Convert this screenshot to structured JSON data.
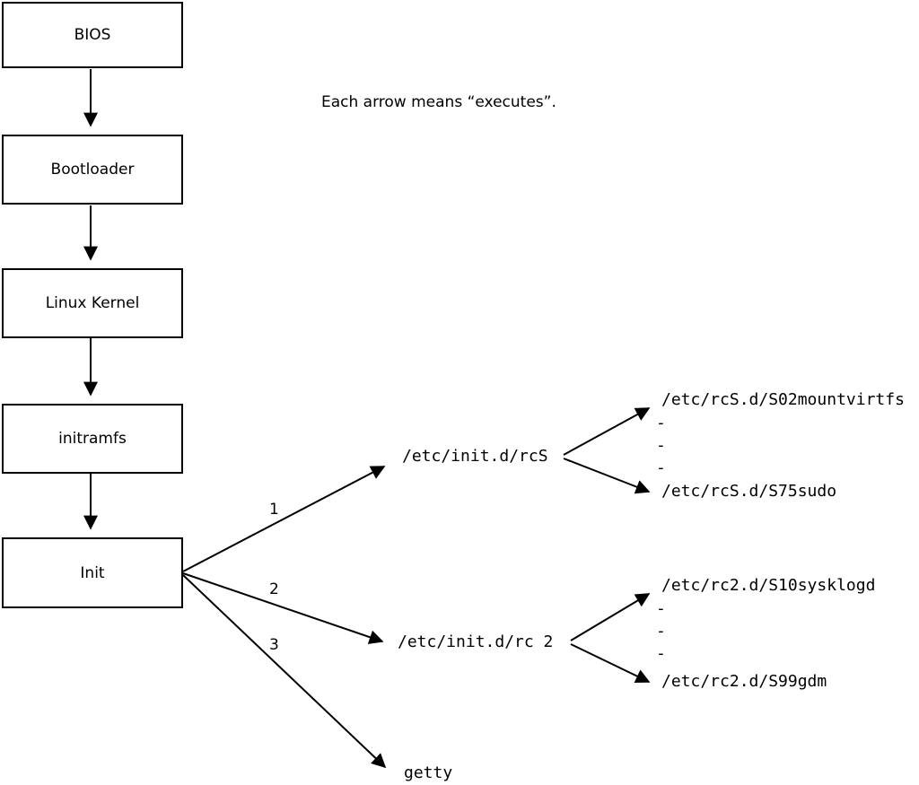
{
  "diagram": {
    "caption": "Each arrow means “executes”.",
    "boxes": [
      {
        "label": "BIOS"
      },
      {
        "label": "Bootloader"
      },
      {
        "label": "Linux Kernel"
      },
      {
        "label": "initramfs"
      },
      {
        "label": "Init"
      }
    ],
    "edge_labels": {
      "rcs": "1",
      "rc2": "2",
      "getty": "3"
    },
    "nodes": {
      "rcs": "/etc/init.d/rcS",
      "rc2": "/etc/init.d/rc 2",
      "getty": "getty"
    },
    "rcs_children": {
      "first": "/etc/rcS.d/S02mountvirtfs",
      "dashes": [
        "-",
        "-",
        "-"
      ],
      "last": "/etc/rcS.d/S75sudo"
    },
    "rc2_children": {
      "first": "/etc/rc2.d/S10sysklogd",
      "dashes": [
        "-",
        "-",
        "-"
      ],
      "last": "/etc/rc2.d/S99gdm"
    }
  }
}
